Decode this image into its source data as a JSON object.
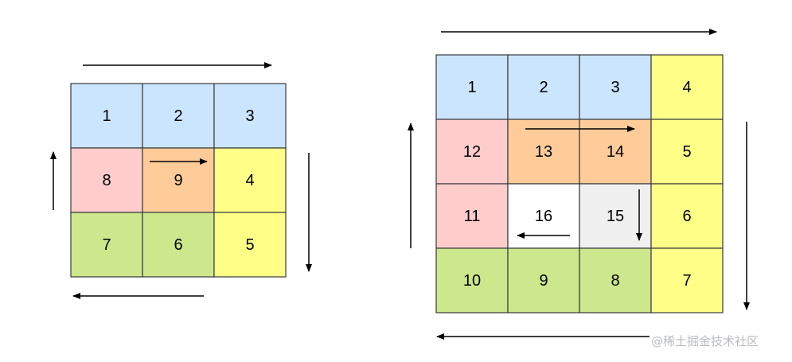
{
  "colors": {
    "blue": "#cce5ff",
    "pink": "#ffcccc",
    "orange": "#ffcc99",
    "yellow": "#ffff88",
    "green": "#cde88c",
    "white": "#ffffff",
    "gray": "#f0f0f0",
    "border": "#36393d",
    "arrow": "#000000"
  },
  "small_matrix": {
    "rows": [
      [
        {
          "value": "1",
          "color": "blue"
        },
        {
          "value": "2",
          "color": "blue"
        },
        {
          "value": "3",
          "color": "blue"
        }
      ],
      [
        {
          "value": "8",
          "color": "pink"
        },
        {
          "value": "9",
          "color": "orange"
        },
        {
          "value": "4",
          "color": "yellow"
        }
      ],
      [
        {
          "value": "7",
          "color": "green"
        },
        {
          "value": "6",
          "color": "green"
        },
        {
          "value": "5",
          "color": "yellow"
        }
      ]
    ],
    "arrows": [
      "right-arrow",
      "down-arrow",
      "left-arrow",
      "up-arrow",
      "inner-right-arrow"
    ]
  },
  "large_matrix": {
    "rows": [
      [
        {
          "value": "1",
          "color": "blue"
        },
        {
          "value": "2",
          "color": "blue"
        },
        {
          "value": "3",
          "color": "blue"
        },
        {
          "value": "4",
          "color": "yellow"
        }
      ],
      [
        {
          "value": "12",
          "color": "pink"
        },
        {
          "value": "13",
          "color": "orange"
        },
        {
          "value": "14",
          "color": "orange"
        },
        {
          "value": "5",
          "color": "yellow"
        }
      ],
      [
        {
          "value": "11",
          "color": "pink"
        },
        {
          "value": "16",
          "color": "white"
        },
        {
          "value": "15",
          "color": "gray"
        },
        {
          "value": "6",
          "color": "yellow"
        }
      ],
      [
        {
          "value": "10",
          "color": "green"
        },
        {
          "value": "9",
          "color": "green"
        },
        {
          "value": "8",
          "color": "green"
        },
        {
          "value": "7",
          "color": "yellow"
        }
      ]
    ],
    "arrows": [
      "right-arrow",
      "down-arrow",
      "left-arrow",
      "up-arrow",
      "inner-right-arrow",
      "inner-down-arrow",
      "inner-left-arrow"
    ]
  },
  "watermark": "@稀土掘金技术社区"
}
